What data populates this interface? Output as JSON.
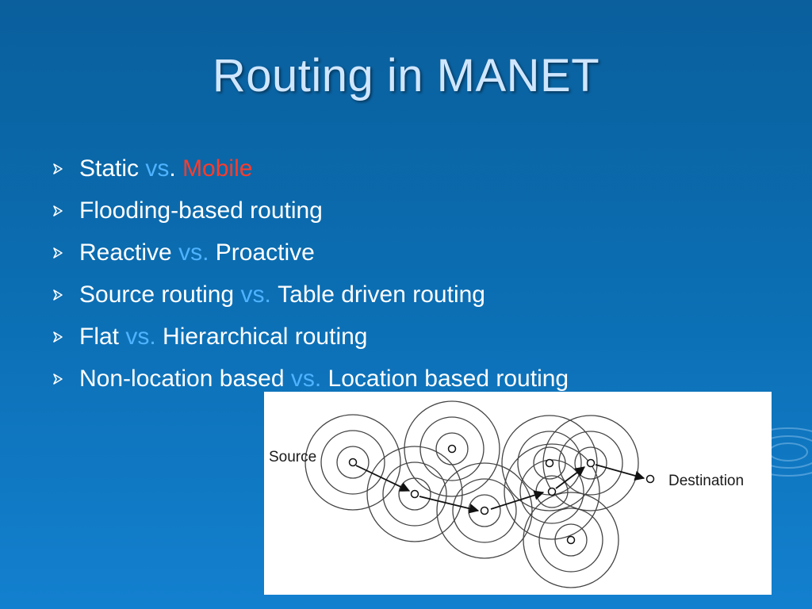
{
  "slide": {
    "title": "Routing in MANET",
    "bullets": [
      {
        "parts": [
          "Static",
          "vs",
          ".",
          "Mobile"
        ]
      },
      {
        "parts": [
          "Flooding-based routing"
        ]
      },
      {
        "parts": [
          "Reactive",
          "vs.",
          "Proactive"
        ]
      },
      {
        "parts": [
          "Source routing",
          "vs.",
          "Table driven routing"
        ]
      },
      {
        "parts": [
          "Flat",
          "vs.",
          "Hierarchical routing"
        ]
      },
      {
        "parts": [
          "Non-location based",
          "vs.",
          "Location based routing"
        ]
      }
    ],
    "bullet_icon": "arrow-bullet-icon",
    "colors": {
      "background": "#0b6db1",
      "title": "#cfe6ff",
      "text": "#ffffff",
      "vs": "#4fb3ff",
      "mobile": "#ff3b2a"
    }
  },
  "figure": {
    "source_label": "Source",
    "destination_label": "Destination"
  }
}
